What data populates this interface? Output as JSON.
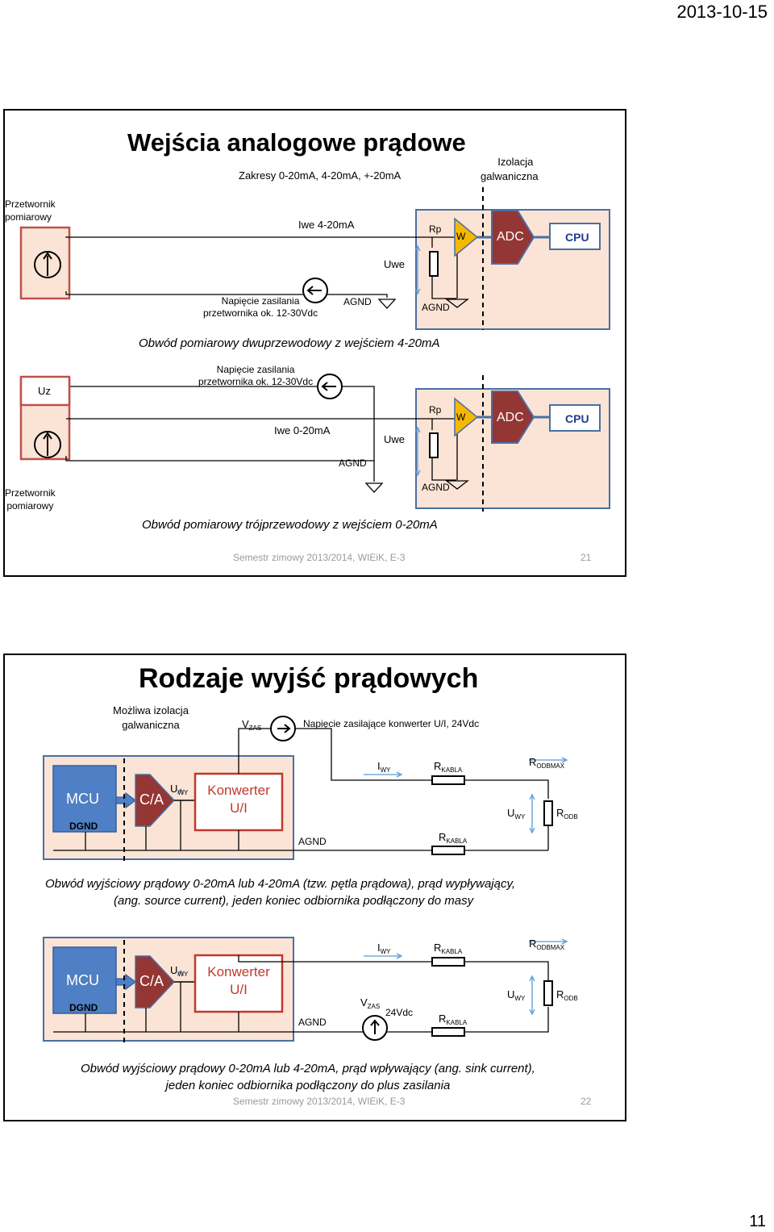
{
  "header": {
    "date": "2013-10-15"
  },
  "page_number": "11",
  "slide1": {
    "title": "Wejścia analogowe  prądowe",
    "ranges": "Zakresy 0-20mA, 4-20mA, +-20mA",
    "isolation": [
      "Izolacja",
      "galwaniczna"
    ],
    "transducer": [
      "Przetwornik",
      "pomiarowy"
    ],
    "iwe_4_20": "Iwe  4-20mA",
    "uwe": "Uwe",
    "rp": "Rp",
    "w": "W",
    "adc": "ADC",
    "cpu": "CPU",
    "supply": [
      "Napięcie zasilania",
      "przetwornika  ok. 12-30Vdc"
    ],
    "agnd": "AGND",
    "caption1": "Obwód pomiarowy dwuprzewodowy z wejściem 4-20mA",
    "uz": "Uz",
    "iwe_0_20": "Iwe  0-20mA",
    "caption2": "Obwód pomiarowy trójprzewodowy z wejściem 0-20mA",
    "footer": "Semestr zimowy 2013/2014, WIEiK, E-3",
    "slide_no": "21"
  },
  "slide2": {
    "title": "Rodzaje wyjść prądowych",
    "isolation": [
      "Możliwa izolacja",
      "galwaniczna"
    ],
    "vzas_main": "V",
    "vzas_sub": "ZAS",
    "supply_text": "Napięcie zasilające konwerter U/I, 24Vdc",
    "mcu": "MCU",
    "dgnd": "DGND",
    "ca": "C/A",
    "u_main": "U",
    "wy_sub": "WY",
    "konwerter": [
      "Konwerter",
      "U/I"
    ],
    "i_main": "I",
    "r_main": "R",
    "kabla_sub": "KABLA",
    "odbmax_sub": "ODBMAX",
    "odb_sub": "ODB",
    "agnd": "AGND",
    "vdc24": "24Vdc",
    "caption1": [
      "Obwód wyjściowy prądowy  0-20mA lub 4-20mA (tzw. pętla prądowa), prąd wypływający,",
      "(ang. source current), jeden koniec odbiornika podłączony do masy"
    ],
    "caption2": [
      "Obwód wyjściowy prądowy  0-20mA lub 4-20mA, prąd wpływający (ang. sink current),",
      "jeden koniec odbiornika podłączony do plus zasilania"
    ],
    "footer": "Semestr zimowy 2013/2014, WIEiK, E-3",
    "slide_no": "22"
  },
  "colors": {
    "box_fill": "#fbe4d5",
    "box_border": "#4a6fa5",
    "adc_fill": "#943634",
    "amp_fill": "#f5b800",
    "transducer_border": "#c0504d",
    "cpu_text": "#1f3a93",
    "mcu_fill": "#4f7fc4",
    "konwerter_text": "#c0392b"
  }
}
